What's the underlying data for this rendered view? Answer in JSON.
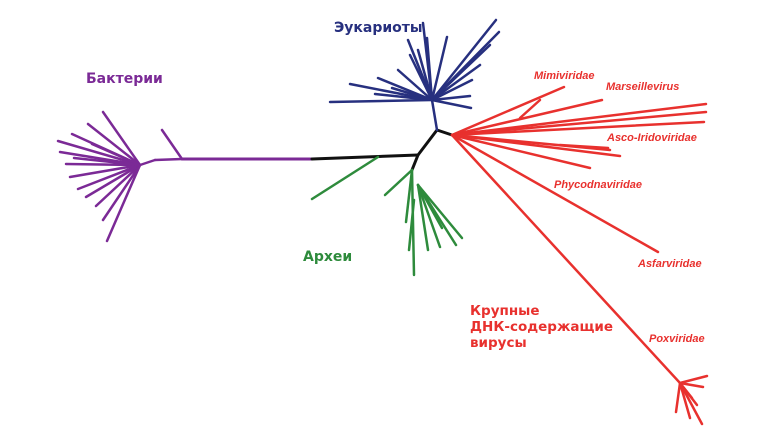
{
  "colors": {
    "bacteria": "#7b2a96",
    "eukaryotes": "#27307f",
    "archaea": "#2e8b3c",
    "viruses": "#e8312e",
    "trunk": "#111111"
  },
  "labels": {
    "bacteria": "Бактерии",
    "eukaryotes": "Эукариоты",
    "archaea": "Археи",
    "virus_group_line1": "Крупные",
    "virus_group_line2": "ДНК-содержащие",
    "virus_group_line3": "вирусы"
  },
  "virus_families": [
    "Mimiviridae",
    "Marseillevirus",
    "Asco-Iridoviridae",
    "Phycodnaviridae",
    "Asfarviridae",
    "Poxviridae"
  ]
}
